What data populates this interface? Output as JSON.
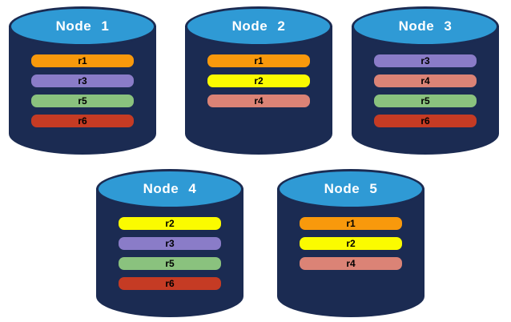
{
  "background": "#FFFFFF",
  "cylinder": {
    "body_color": "#1B2B52",
    "top_color": "#2F9AD5",
    "title_color": "#FFFFFF",
    "bar_text_color": "#000000"
  },
  "replica_colors": {
    "r1": "#F8990C",
    "r2": "#FBFB00",
    "r3": "#8A7CC8",
    "r4": "#DB8376",
    "r5": "#8AC27E",
    "r6": "#C53B24"
  },
  "nodes": [
    {
      "label": "Node 1",
      "replicas": [
        "r1",
        "r3",
        "r5",
        "r6"
      ]
    },
    {
      "label": "Node 2",
      "replicas": [
        "r1",
        "r2",
        "r4"
      ]
    },
    {
      "label": "Node 3",
      "replicas": [
        "r3",
        "r4",
        "r5",
        "r6"
      ]
    },
    {
      "label": "Node 4",
      "replicas": [
        "r2",
        "r3",
        "r5",
        "r6"
      ]
    },
    {
      "label": "Node 5",
      "replicas": [
        "r1",
        "r2",
        "r4"
      ]
    }
  ]
}
